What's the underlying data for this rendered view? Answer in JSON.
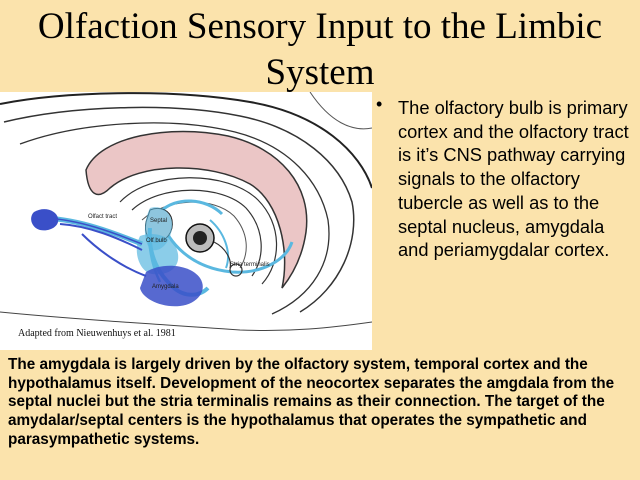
{
  "slide": {
    "title_line1": "Olfaction Sensory Input to the Limbic",
    "title_line2": "System",
    "bullet": "The olfactory bulb is primary cortex and the olfactory tract is it’s CNS pathway carrying signals to the olfactory tubercle as well as to the septal nucleus, amygdala and periamygdalar cortex.",
    "bottom_text": "The amygdala is largely driven by the olfactory system, temporal cortex and the hypothalamus itself.  Development of the neocortex separates the amgdala from the septal nuclei but the stria terminalis remains as their connection. The target of the amydalar/septal centers is the hypothalamus that operates the sympathetic and parasympathetic systems."
  },
  "figure": {
    "credit": "Adapted from Nieuwenhuys et al. 1981",
    "labels": {
      "olfact_tract": "Olfact tract",
      "olf_bulb": "Olf bulb",
      "amygdala": "Amygdala",
      "stria_terminalis": "Stria terminalis",
      "septal": "Septal"
    },
    "colors": {
      "background": "#fbe3ac",
      "corpus_callosum": "#ebc6c6",
      "olfactory_pathway": "#5ab8e0",
      "olfactory_bulb": "#3a4fc8"
    }
  }
}
